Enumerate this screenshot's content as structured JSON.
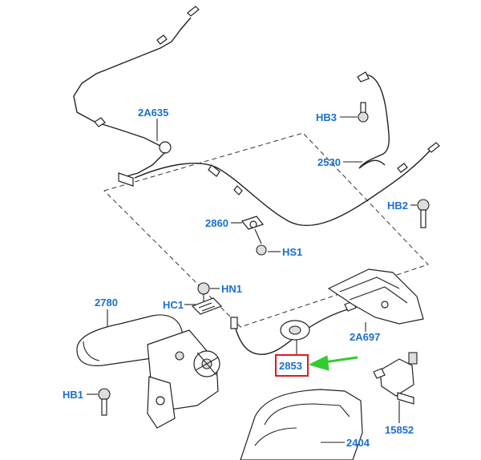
{
  "labels": {
    "l_2A635": "2A635",
    "l_HB3": "HB3",
    "l_2530": "2530",
    "l_HB2": "HB2",
    "l_2860": "2860",
    "l_HS1": "HS1",
    "l_HN1": "HN1",
    "l_HC1": "HC1",
    "l_2780": "2780",
    "l_2A697": "2A697",
    "l_2853": "2853",
    "l_HB1": "HB1",
    "l_15852": "15852",
    "l_2404": "2404"
  },
  "colors": {
    "label": "#1a6fd1",
    "highlight_box": "#e0191f",
    "arrow": "#33cc33"
  }
}
